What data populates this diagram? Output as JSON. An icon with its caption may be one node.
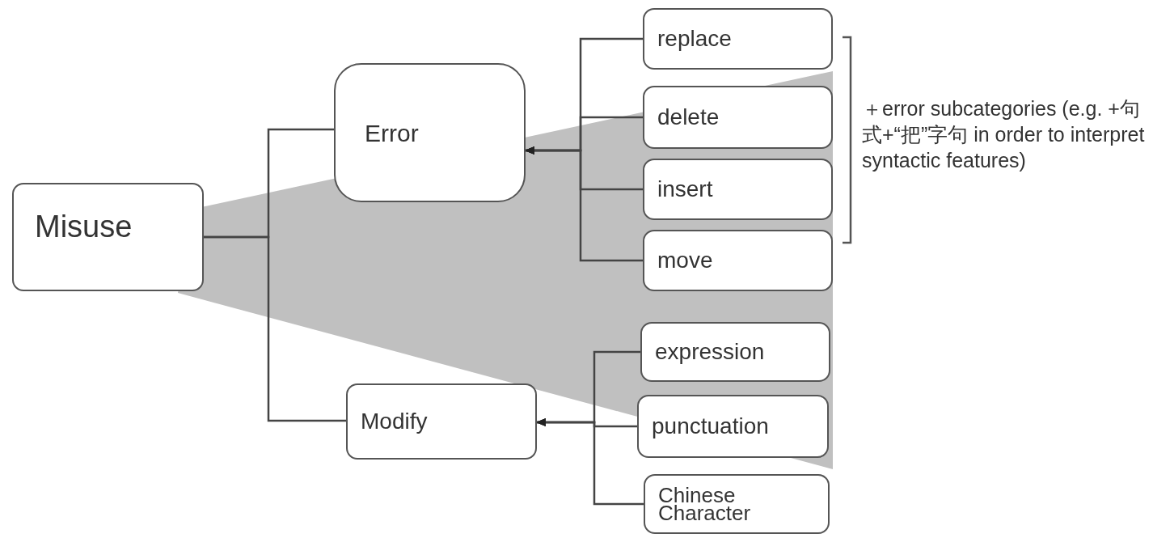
{
  "diagram": {
    "nodes": [
      {
        "text": [
          "Misuse"
        ]
      },
      {
        "text": [
          "Error"
        ]
      },
      {
        "text": [
          "Modify"
        ]
      },
      {
        "text": [
          "replace"
        ]
      },
      {
        "text": [
          "delete"
        ]
      },
      {
        "text": [
          "insert"
        ]
      },
      {
        "text": [
          "move"
        ]
      },
      {
        "text": [
          "expression"
        ]
      },
      {
        "text": [
          "punctuation"
        ]
      },
      {
        "text": [
          "Chinese Character"
        ]
      }
    ],
    "edges": [
      {
        "from": 0,
        "to": 1,
        "arrow": "none"
      },
      {
        "from": 0,
        "to": 2,
        "arrow": "none"
      },
      {
        "from": 3,
        "to": 1,
        "arrow": "to"
      },
      {
        "from": 4,
        "to": 1,
        "arrow": "to"
      },
      {
        "from": 5,
        "to": 1,
        "arrow": "to"
      },
      {
        "from": 6,
        "to": 1,
        "arrow": "to"
      },
      {
        "from": 7,
        "to": 2,
        "arrow": "to"
      },
      {
        "from": 8,
        "to": 2,
        "arrow": "to"
      },
      {
        "from": 9,
        "to": 2,
        "arrow": "to"
      }
    ],
    "labels": [
      "＋error subcategories (e.g. +句式+“把”字句 in order to interpret syntactic features)"
    ]
  }
}
